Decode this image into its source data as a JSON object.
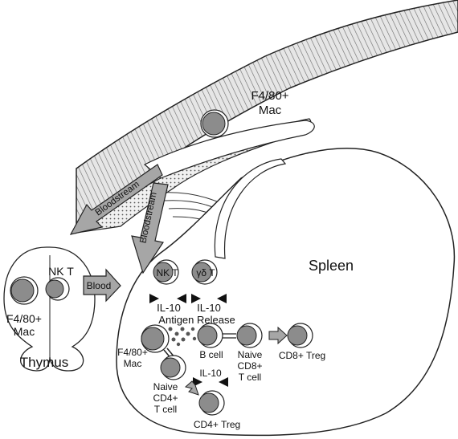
{
  "labels": {
    "macrophage_top_line1": "F4/80+",
    "macrophage_top_line2": "Mac",
    "bloodstream_1": "Bloodstream",
    "bloodstream_2": "Bloodstream",
    "spleen": "Spleen",
    "thymus": "Thymus",
    "thymus_nkt": "NK T",
    "thymus_mac_line1": "F4/80+",
    "thymus_mac_line2": "Mac",
    "blood": "Blood",
    "nkt_cell": "NK T",
    "gd_t_cell": "γδ T",
    "il10_left": "IL-10",
    "il10_right": "IL-10",
    "antigen_release": "Antigen Release",
    "spleen_mac_line1": "F4/80+",
    "spleen_mac_line2": "Mac",
    "b_cell": "B cell",
    "naive_cd8_line1": "Naive",
    "naive_cd8_line2": "CD8+",
    "naive_cd8_line3": "T cell",
    "cd8_treg": "CD8+ Treg",
    "naive_cd4_line1": "Naive",
    "naive_cd4_line2": "CD4+",
    "naive_cd4_line3": "T cell",
    "il10_bottom": "IL-10",
    "cd4_treg": "CD4+ Treg"
  },
  "colors": {
    "nucleus": "#8c8c8c",
    "arrow_fill": "#a6a6a6",
    "tissue_fill": "#d9d9d9",
    "outline": "#222222"
  }
}
